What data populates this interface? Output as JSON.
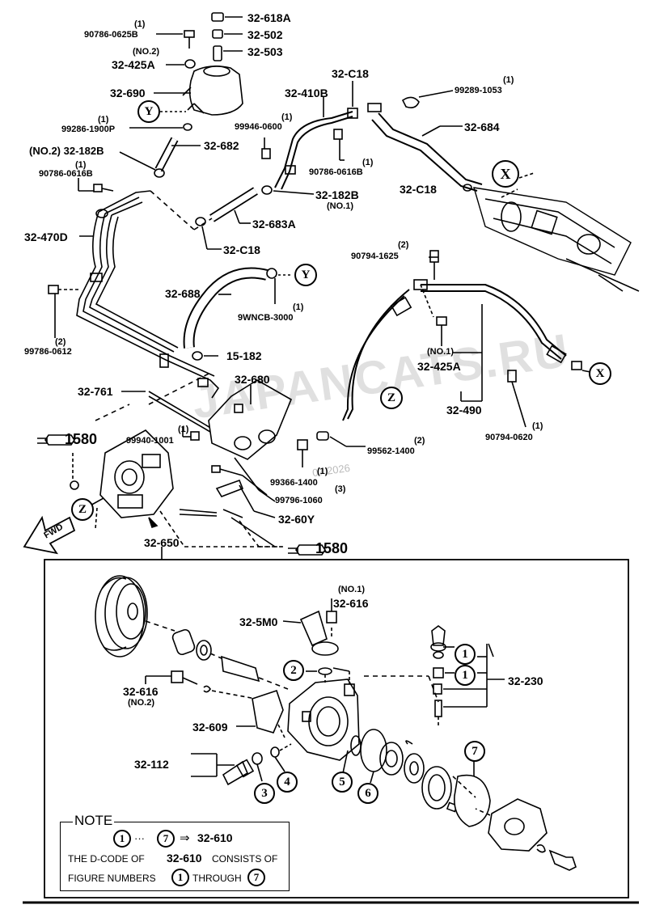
{
  "labels": {
    "p32_618A": "32-618A",
    "p32_502": "32-502",
    "p32_503": "32-503",
    "p90786_0625B_q": "(1)",
    "p90786_0625B": "90786-0625B",
    "no2_a": "(NO.2)",
    "p32_425A_top": "32-425A",
    "p32_690": "32-690",
    "p99286_q": "(1)",
    "p99286": "99286-1900P",
    "p32_682": "32-682",
    "p32_182B_top": "(NO.2) 32-182B",
    "p90786_0616B_q": "(1)",
    "p90786_0616B": "90786-0616B",
    "p32_470D": "32-470D",
    "p99786_0612": "99786-0612",
    "p99786_0612_q": "(2)",
    "p32_C18_top": "32-C18",
    "p32_410B": "32-410B",
    "p99946_q": "(1)",
    "p99946": "99946-0600",
    "p90786_0616B_r": "90786-0616B",
    "p90786_0616B_r_q": "(1)",
    "p32_182B_r": "32-182B",
    "no1_a": "(NO.1)",
    "p32_683A": "32-683A",
    "p32_C18_mid": "32-C18",
    "p99289_q": "(1)",
    "p99289": "99289-1053",
    "p32_684": "32-684",
    "p32_C18_right": "32-C18",
    "p90794_1625_q": "(2)",
    "p90794_1625": "90794-1625",
    "p32_688": "32-688",
    "p9WNCB_q": "(1)",
    "p9WNCB": "9WNCB-3000",
    "p15_182": "15-182",
    "no1_b": "(NO.1)",
    "p32_425A_r": "32-425A",
    "p32_490": "32-490",
    "p90794_0620_q": "(1)",
    "p90794_0620": "90794-0620",
    "p32_761": "32-761",
    "p32_680": "32-680",
    "ref1580_a": "1580",
    "p99940_q": "(1)",
    "p99940": "99940-1001",
    "p99562_q": "(2)",
    "p99562": "99562-1400",
    "p99366_q": "(1)",
    "p99366": "99366-1400",
    "p99796_q": "(3)",
    "p99796": "99796-1060",
    "p32_60Y": "32-60Y",
    "ref1580_b": "1580",
    "fwd": "FWD",
    "p32_650": "32-650",
    "p32_616_top_q": "(NO.1)",
    "p32_616_top": "32-616",
    "p32_5M0": "32-5M0",
    "p32_230": "32-230",
    "p32_616_left": "32-616",
    "no2_b": "(NO.2)",
    "p32_609": "32-609",
    "p32_112": "32-112"
  },
  "callouts": {
    "X": "X",
    "Y": "Y",
    "Z": "Z",
    "c1": "1",
    "c2": "2",
    "c3": "3",
    "c4": "4",
    "c5": "5",
    "c6": "6",
    "c7": "7"
  },
  "note": {
    "title": "NOTE",
    "range_from": "1",
    "range_dots": "···",
    "range_to": "7",
    "arrow": "⇒",
    "target": "32-610",
    "line2_pre": "THE D-CODE OF",
    "line2_code": "32-610",
    "line2_post": "CONSISTS OF",
    "line3_pre": "FIGURE NUMBERS",
    "line3_mid": "THROUGH",
    "line3_from": "1",
    "line3_to": "7"
  },
  "watermark": {
    "site": "JAPANCATS.RU",
    "date": "07.2026"
  }
}
